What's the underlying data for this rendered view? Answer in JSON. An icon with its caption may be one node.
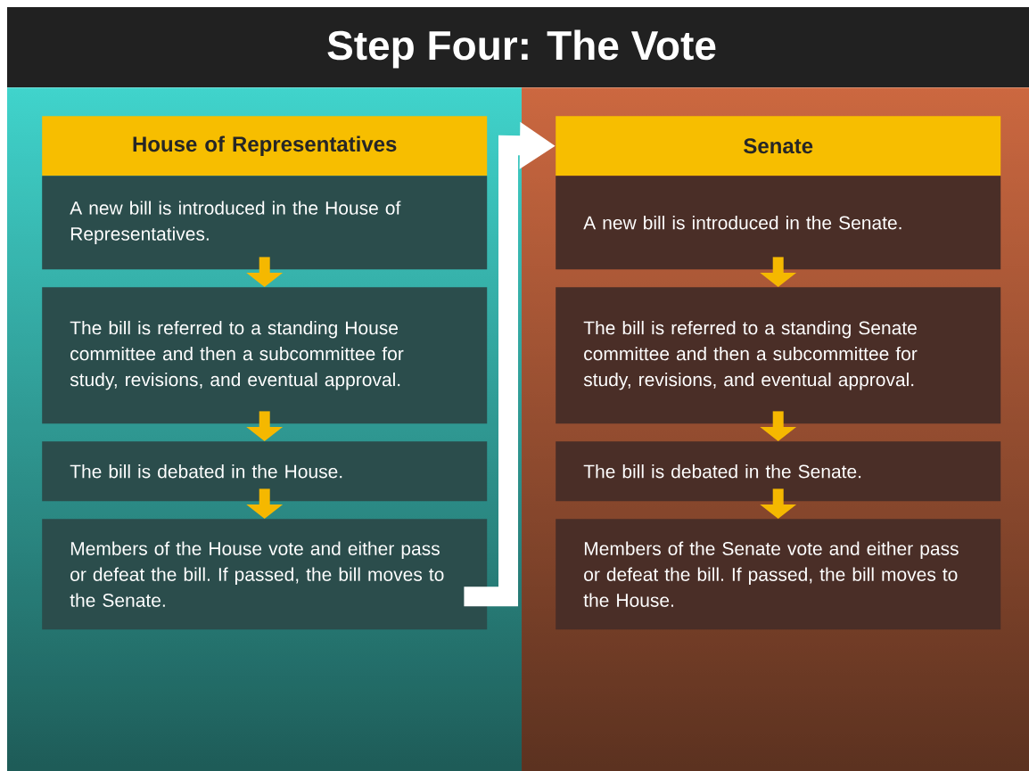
{
  "diagram": {
    "title": "Step Four: The Vote",
    "nodes": [
      {
        "text": [
          "House of Representatives"
        ]
      },
      {
        "text": [
          "A new bill is introduced in the House of Representatives."
        ]
      },
      {
        "text": [
          "The bill is referred to a standing House committee and then a subcommittee for study, revisions, and eventual approval."
        ]
      },
      {
        "text": [
          "The bill is debated in the House."
        ]
      },
      {
        "text": [
          "Members of the House vote and either pass or defeat the bill. If passed, the bill moves to the Senate."
        ]
      },
      {
        "text": [
          "Senate"
        ]
      },
      {
        "text": [
          "A new bill is introduced in the Senate."
        ]
      },
      {
        "text": [
          "The bill is referred to a standing Senate committee and then a subcommittee for study, revisions, and eventual approval."
        ]
      },
      {
        "text": [
          "The bill is debated in the Senate."
        ]
      },
      {
        "text": [
          "Members of the Senate vote and either pass or defeat the bill. If passed, the bill moves to the House."
        ]
      }
    ],
    "edges": [
      {
        "from": 1,
        "to": 2,
        "arrow": "to"
      },
      {
        "from": 2,
        "to": 3,
        "arrow": "to"
      },
      {
        "from": 3,
        "to": 4,
        "arrow": "to"
      },
      {
        "from": 4,
        "to": 5,
        "arrow": "to",
        "style": "thick",
        "color": "#ffffff"
      },
      {
        "from": 6,
        "to": 7,
        "arrow": "to"
      },
      {
        "from": 7,
        "to": 8,
        "arrow": "to"
      },
      {
        "from": 8,
        "to": 9,
        "arrow": "to"
      }
    ]
  }
}
